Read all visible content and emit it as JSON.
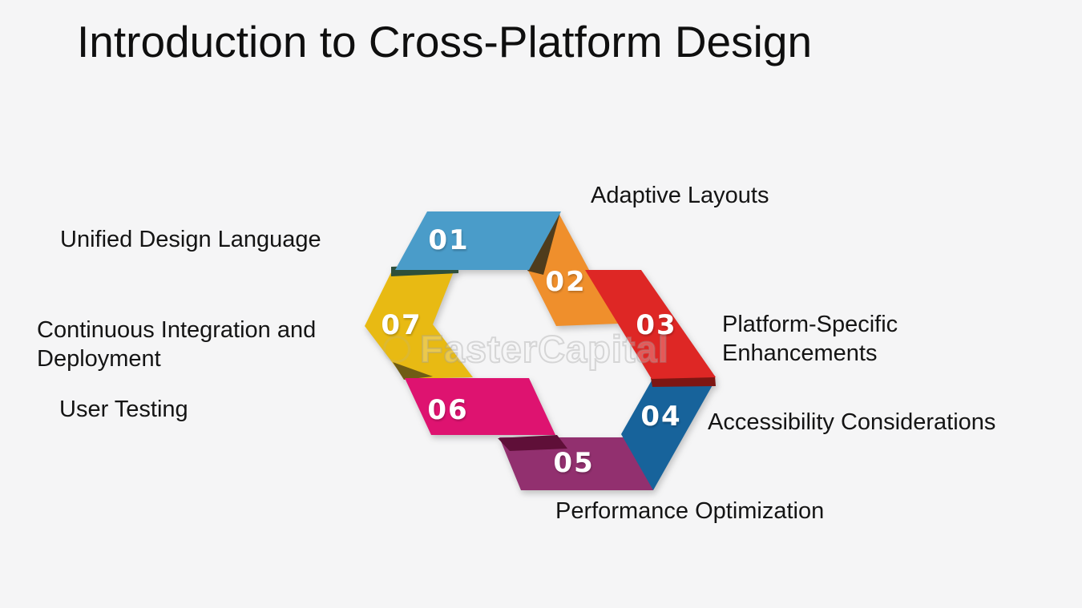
{
  "page": {
    "background": "#f5f5f6"
  },
  "title": "Introduction to Cross-Platform Design",
  "watermark": {
    "text": "FasterCapital"
  },
  "diagram": {
    "type": "hexagonal-cycle-7-steps",
    "number_text_color": "#FFFFFF",
    "label_text_color": "#141414",
    "steps": [
      {
        "number": "01",
        "label": "Unified Design Language",
        "color": "#4A9CC9"
      },
      {
        "number": "02",
        "label": "Adaptive Layouts",
        "color": "#EF8F2C"
      },
      {
        "number": "03",
        "label": "Platform-Specific Enhancements",
        "color": "#DE2725"
      },
      {
        "number": "04",
        "label": "Accessibility Considerations",
        "color": "#17639B"
      },
      {
        "number": "05",
        "label": "Performance Optimization",
        "color": "#92306F"
      },
      {
        "number": "06",
        "label": "User Testing",
        "color": "#DE1370"
      },
      {
        "number": "07",
        "label": "Continuous Integration and Deployment",
        "color": "#E8BA13"
      }
    ]
  }
}
